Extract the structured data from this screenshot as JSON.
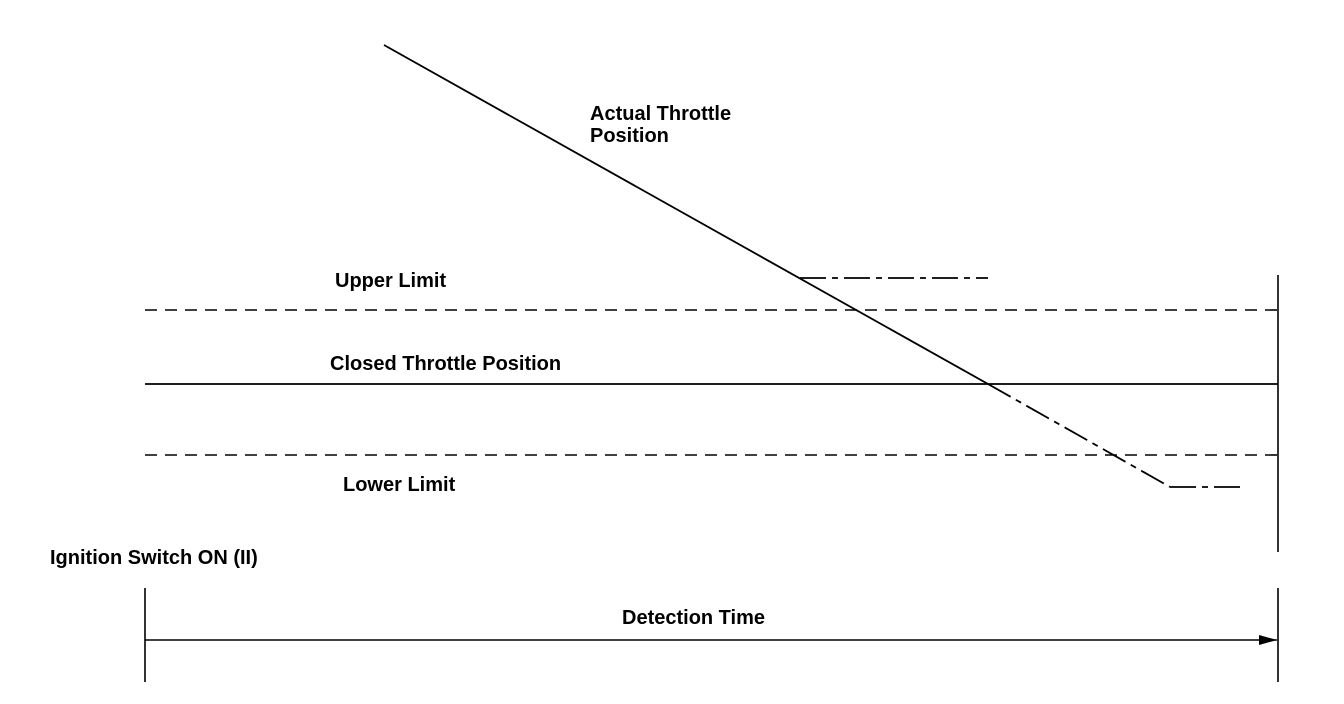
{
  "diagram": {
    "labels": {
      "actual_throttle_line1": "Actual Throttle",
      "actual_throttle_line2": "Position",
      "upper_limit": "Upper Limit",
      "closed_throttle_position": "Closed Throttle Position",
      "lower_limit": "Lower Limit",
      "ignition_switch_on": "Ignition Switch ON (II)",
      "detection_time": "Detection Time"
    },
    "colors": {
      "line": "#000000",
      "background": "#ffffff"
    }
  }
}
